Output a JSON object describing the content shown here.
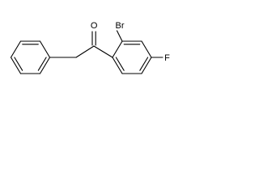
{
  "molecule": {
    "atoms": {
      "oxygen": "O",
      "bromine": "Br",
      "fluorine": "F"
    }
  }
}
